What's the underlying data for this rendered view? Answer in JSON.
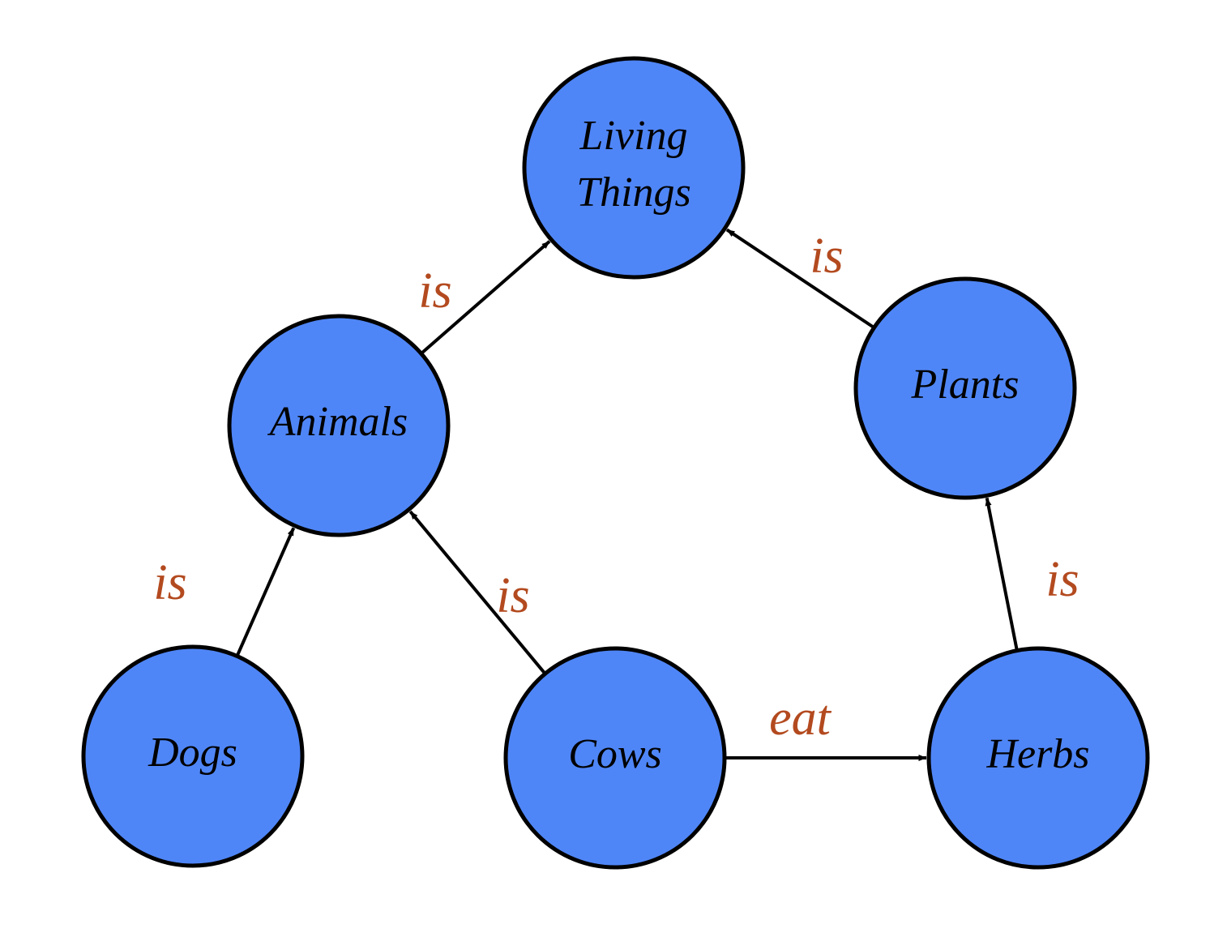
{
  "colors": {
    "node_fill": "#4f86f7",
    "node_stroke": "#000000",
    "edge": "#000000",
    "edge_label": "#b34a1f"
  },
  "nodes": [
    {
      "id": "living",
      "label_lines": [
        "Living",
        "Things"
      ]
    },
    {
      "id": "animals",
      "label_lines": [
        "Animals"
      ]
    },
    {
      "id": "plants",
      "label_lines": [
        "Plants"
      ]
    },
    {
      "id": "dogs",
      "label_lines": [
        "Dogs"
      ]
    },
    {
      "id": "cows",
      "label_lines": [
        "Cows"
      ]
    },
    {
      "id": "herbs",
      "label_lines": [
        "Herbs"
      ]
    }
  ],
  "edges": [
    {
      "from": "animals",
      "to": "living",
      "label": "is"
    },
    {
      "from": "plants",
      "to": "living",
      "label": "is"
    },
    {
      "from": "dogs",
      "to": "animals",
      "label": "is"
    },
    {
      "from": "cows",
      "to": "animals",
      "label": "is"
    },
    {
      "from": "herbs",
      "to": "plants",
      "label": "is"
    },
    {
      "from": "cows",
      "to": "herbs",
      "label": "eat"
    }
  ]
}
